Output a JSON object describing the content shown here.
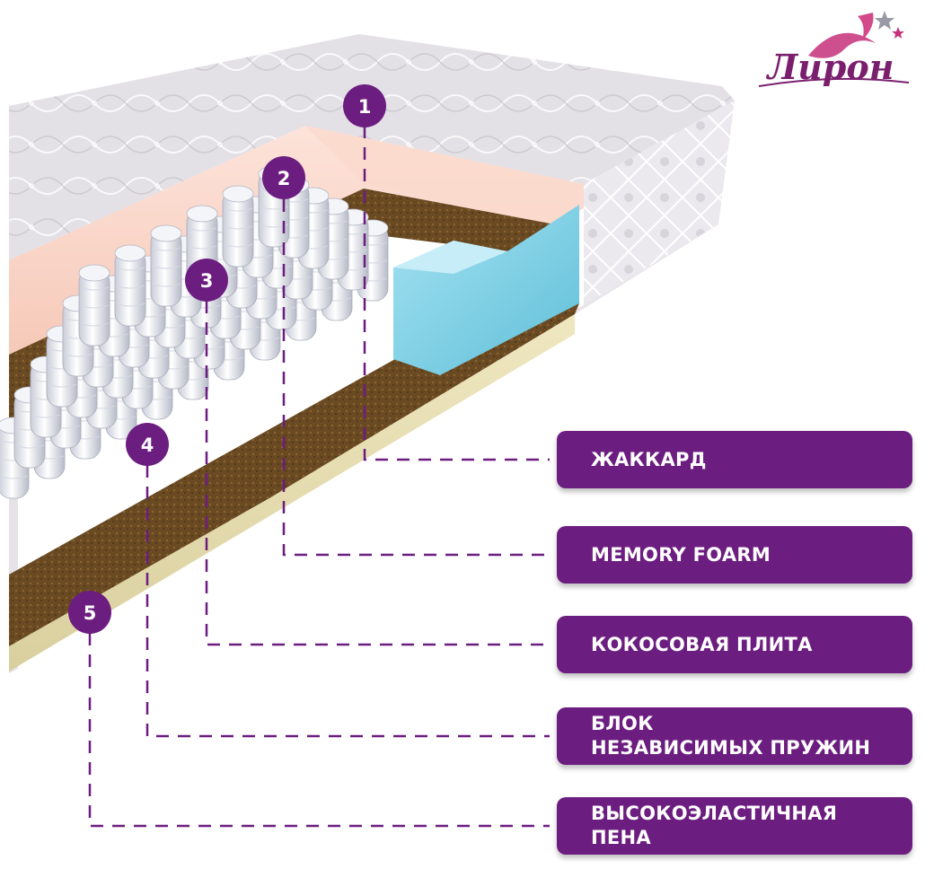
{
  "brand": {
    "logo_text": "Лирон"
  },
  "colors": {
    "accent": "#6c1d80",
    "label_text": "#ffffff"
  },
  "layers": [
    {
      "number": "1",
      "lines": [
        "ЖАККАРД"
      ]
    },
    {
      "number": "2",
      "lines": [
        "MEMORY FOARM"
      ]
    },
    {
      "number": "3",
      "lines": [
        "КОКОСОВАЯ ПЛИТА"
      ]
    },
    {
      "number": "4",
      "lines": [
        "БЛОК",
        "НЕЗАВИСИМЫХ ПРУЖИН"
      ]
    },
    {
      "number": "5",
      "lines": [
        "ВЫСОКОЭЛАСТИЧНАЯ",
        "ПЕНА"
      ]
    }
  ]
}
